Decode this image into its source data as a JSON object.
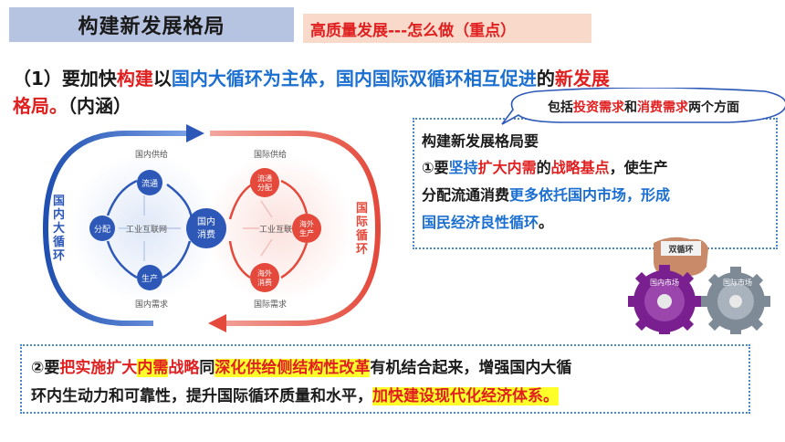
{
  "title": "构建新发展格局",
  "subtitle": "高质量发展---怎么做（重点）",
  "point1": {
    "l1_a": "（1）要加快",
    "l1_b": "构建",
    "l1_c": "以",
    "l1_d": "国内大循环为主体，国内国际双循环相互促进",
    "l1_e": "的",
    "l1_f": "新发展",
    "l2_a": "格局。",
    "l2_b": "（内涵）"
  },
  "bubble": {
    "a": "包括",
    "b": "投资需求",
    "c": "和",
    "d": "消费需求",
    "e": "两个方面"
  },
  "right_box": {
    "heading": "构建新发展格局要",
    "l1_a": "①要",
    "l1_b": "坚持",
    "l1_c": "扩大内需",
    "l1_d": "的",
    "l1_e": "战略基点",
    "l1_f": "，使生产",
    "l2_a": "分配流通消费",
    "l2_b": "更多依托国内市场，形成",
    "l3_a": "国民经济良性循环",
    "l3_b": "。"
  },
  "diagram": {
    "top_left": "国内供给",
    "top_right": "国际供给",
    "bottom_left": "国内需求",
    "bottom_right": "国际需求",
    "center_left": "工业互联网",
    "center_right": "工业互联网",
    "node_liutong": "流通",
    "node_fenpei": "分配",
    "node_shengchan": "生产",
    "node_center_1": "国内",
    "node_center_2": "消费",
    "node_r_top_1": "流通",
    "node_r_top_2": "分配",
    "node_r_right_1": "海外",
    "node_r_right_2": "生产",
    "node_r_bottom_1": "海外",
    "node_r_bottom_2": "消费",
    "left_vertical": [
      "国",
      "内",
      "大",
      "循",
      "环"
    ],
    "right_vertical": [
      "国",
      "际",
      "循",
      "环"
    ]
  },
  "gears": {
    "hand_label": "双循环",
    "gear_left": "国内市场",
    "gear_right": "国际市场"
  },
  "bottom_box": {
    "l1_a": "②要",
    "l1_b": "把实施扩大",
    "l1_c": "内需",
    "l1_d": "战略",
    "l1_e": "同",
    "l1_f": "深化供给侧结构性改革",
    "l1_g": "有机结合起来，增强国内大循",
    "l2_a": "环内生动力和可靠性，提升国际循环质量和水平，",
    "l2_b": "加快建设现代化经济体系。"
  },
  "colors": {
    "blue": "#1b6fd0",
    "red": "#e02020",
    "diagram_blue": "#2d58b8",
    "diagram_red": "#e4493b",
    "highlight": "#ffff2a"
  }
}
